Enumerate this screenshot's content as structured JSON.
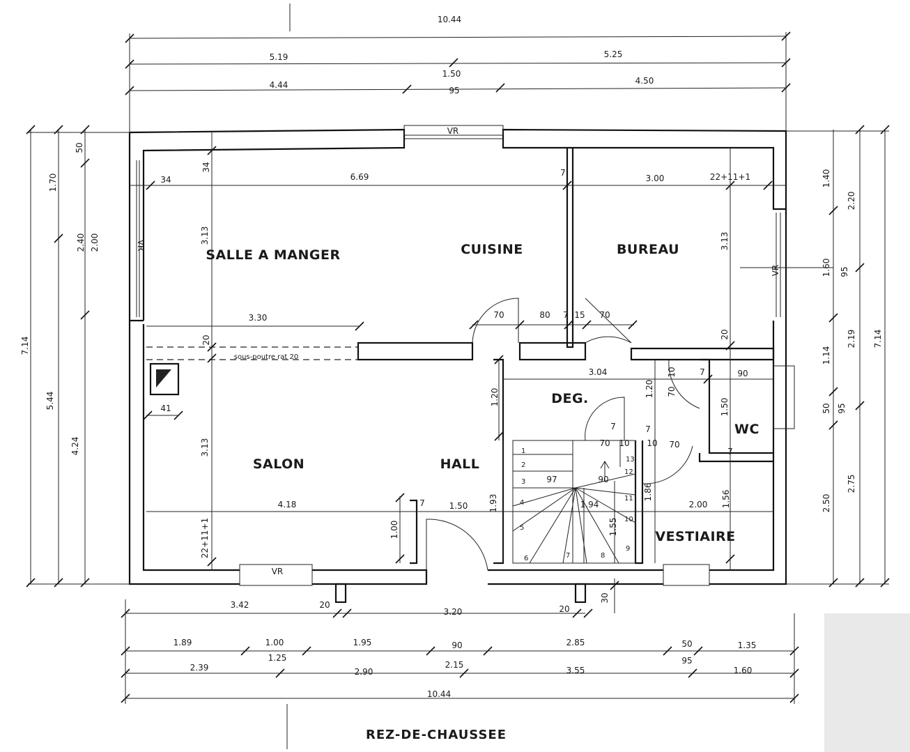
{
  "title": "REZ-DE-CHAUSSEE",
  "rooms": {
    "salle_a_manger": "SALLE A MANGER",
    "cuisine": "CUISINE",
    "bureau": "BUREAU",
    "salon": "SALON",
    "hall": "HALL",
    "deg": "DEG.",
    "wc": "WC",
    "vestiaire": "VESTIAIRE"
  },
  "windows": {
    "vr": "VR"
  },
  "annotations": {
    "sous_poutre": "sous-poutre rat 20"
  },
  "dims_top": {
    "total": "10.44",
    "a": "5.19",
    "b": "5.25",
    "c": "4.44",
    "d": "1.50",
    "e": "95",
    "f": "4.50"
  },
  "dims_interior": {
    "d34a": "34",
    "d34b": "34",
    "d669": "6.69",
    "d7a": "7",
    "d300": "3.00",
    "d22": "22+11+1",
    "d313a": "3.13",
    "d313b": "3.13",
    "d330": "3.30",
    "d20a": "20",
    "d70a": "70",
    "d80": "80",
    "d7b": "7",
    "d15": "15",
    "d70b": "70",
    "d20b": "20",
    "d41": "41",
    "d304": "3.04",
    "d120a": "1.20",
    "d120b": "1.20",
    "d10a": "10",
    "d70c": "70",
    "d7c": "7",
    "d90a": "90",
    "d150a": "1.50",
    "d313c": "3.13",
    "d7d": "7",
    "d7e": "7",
    "d70d": "70",
    "d10b": "10",
    "d10c": "10",
    "d70e": "70",
    "d97": "97",
    "d90b": "90",
    "d194": "1.94",
    "d186": "1.86",
    "d193": "1.93",
    "d155": "1.55",
    "d418": "4.18",
    "d150b": "1.50",
    "d200": "2.00",
    "d156": "1.56",
    "d100a": "1.00",
    "d22b": "22+11+1",
    "d7f": "7",
    "d7g": "7",
    "d30": "30"
  },
  "stairs": [
    "1",
    "2",
    "3",
    "4",
    "5",
    "6",
    "7",
    "8",
    "9",
    "10",
    "11",
    "12",
    "13"
  ],
  "dims_left": {
    "d714": "7.14",
    "d544": "5.44",
    "d170": "1.70",
    "d50": "50",
    "d240": "2.40",
    "d200": "2.00",
    "d424": "4.24"
  },
  "dims_right": {
    "d140": "1.40",
    "d220": "2.20",
    "d160": "1.60",
    "d95a": "95",
    "d114": "1.14",
    "d219": "2.19",
    "d714": "7.14",
    "d50": "50",
    "d95b": "95",
    "d250": "2.50",
    "d275": "2.75"
  },
  "dims_bottom": {
    "d342": "3.42",
    "d20a": "20",
    "d320": "3.20",
    "d20b": "20",
    "d189": "1.89",
    "d100": "1.00",
    "d195": "1.95",
    "d90": "90",
    "d285": "2.85",
    "d50": "50",
    "d135": "1.35",
    "d125": "1.25",
    "d215": "2.15",
    "d95": "95",
    "d239": "2.39",
    "d290": "2.90",
    "d355": "3.55",
    "d160": "1.60",
    "total": "10.44"
  }
}
